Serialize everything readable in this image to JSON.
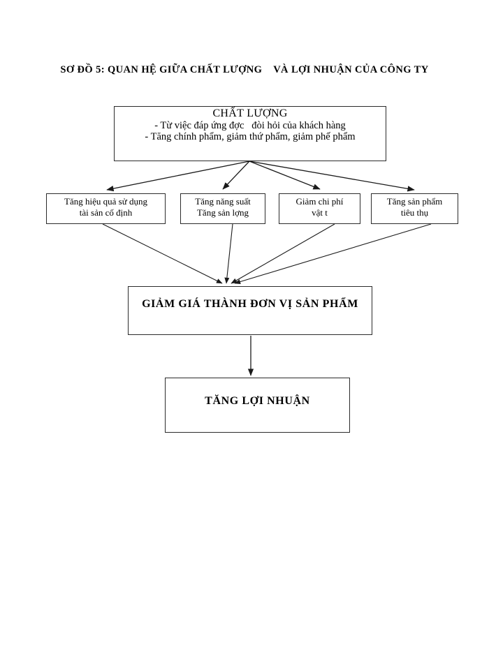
{
  "title": "SƠ ĐỒ 5: QUAN HỆ GIỮA CHẤT LƯỢNG    VÀ LỢI NHUẬN CỦA CÔNG TY",
  "colors": {
    "background": "#ffffff",
    "box_border": "#2b2b2b",
    "text": "#000000",
    "arrow": "#1a1a1a"
  },
  "nodes": {
    "quality": {
      "heading": "CHẤT LƯỢNG",
      "line1": "- Từ việc đáp ứng đợc   đòi hỏi của khách hàng",
      "line2": "- Tăng chính phẩm, giảm thứ phẩm, giảm phế phẩm"
    },
    "fixed_assets": {
      "line1": "Tăng hiệu quả sử dụng",
      "line2": "tài sản cố định"
    },
    "productivity": {
      "line1": "Tăng năng suất",
      "line2": "Tăng sản lợng"
    },
    "material_cost": {
      "line1": "Giảm chi phí",
      "line2": "vật t"
    },
    "sales_volume": {
      "line1": "Tăng sản phẩm",
      "line2": "tiêu thụ"
    },
    "cost_reduction": {
      "label": "GIẢM GIÁ THÀNH ĐƠN VỊ SẢN PHẨM"
    },
    "profit": {
      "label": "TĂNG LỢI NHUẬN"
    }
  },
  "edges": [
    {
      "id": "quality-to-fixed-assets",
      "from": "quality",
      "to": "fixed_assets",
      "style": "arrow"
    },
    {
      "id": "quality-to-productivity",
      "from": "quality",
      "to": "productivity",
      "style": "arrow"
    },
    {
      "id": "quality-to-material-cost",
      "from": "quality",
      "to": "material_cost",
      "style": "arrow"
    },
    {
      "id": "quality-to-sales-volume",
      "from": "quality",
      "to": "sales_volume",
      "style": "arrow"
    },
    {
      "id": "fixed-assets-to-cost",
      "from": "fixed_assets",
      "to": "cost_reduction",
      "style": "arrow"
    },
    {
      "id": "productivity-to-cost",
      "from": "productivity",
      "to": "cost_reduction",
      "style": "arrow"
    },
    {
      "id": "material-cost-to-cost",
      "from": "material_cost",
      "to": "cost_reduction",
      "style": "arrow"
    },
    {
      "id": "sales-volume-to-cost",
      "from": "sales_volume",
      "to": "cost_reduction",
      "style": "arrow"
    },
    {
      "id": "cost-to-profit",
      "from": "cost_reduction",
      "to": "profit",
      "style": "arrow"
    }
  ]
}
